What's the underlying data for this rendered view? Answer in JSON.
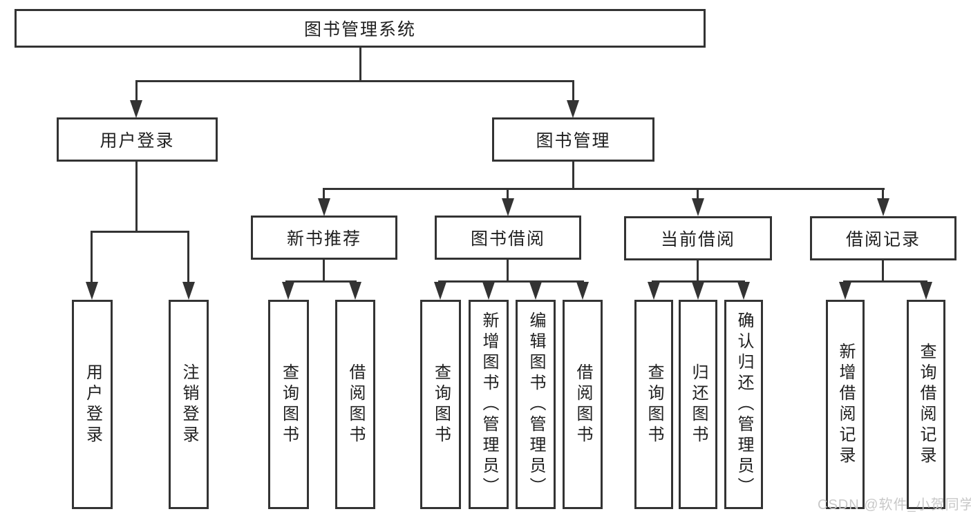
{
  "diagram": {
    "root": "图书管理系统",
    "level2": {
      "user": "用户登录",
      "books": "图书管理"
    },
    "level3": {
      "recommend": "新书推荐",
      "borrow": "图书借阅",
      "current": "当前借阅",
      "records": "借阅记录"
    },
    "leaves": {
      "user": [
        "用户登录",
        "注销登录"
      ],
      "recommend": [
        "查询图书",
        "借阅图书"
      ],
      "borrow": [
        "查询图书",
        "新增图书（管理员）",
        "编辑图书（管理员）",
        "借阅图书"
      ],
      "current": [
        "查询图书",
        "归还图书",
        "确认归还（管理员）"
      ],
      "records": [
        "新增借阅记录",
        "查询借阅记录"
      ]
    }
  },
  "watermark": "CSDN @软件_小贺同学",
  "colors": {
    "line": "#333333",
    "text": "#1f1f1f",
    "watermark": "#c8c8c8",
    "background": "#ffffff"
  }
}
